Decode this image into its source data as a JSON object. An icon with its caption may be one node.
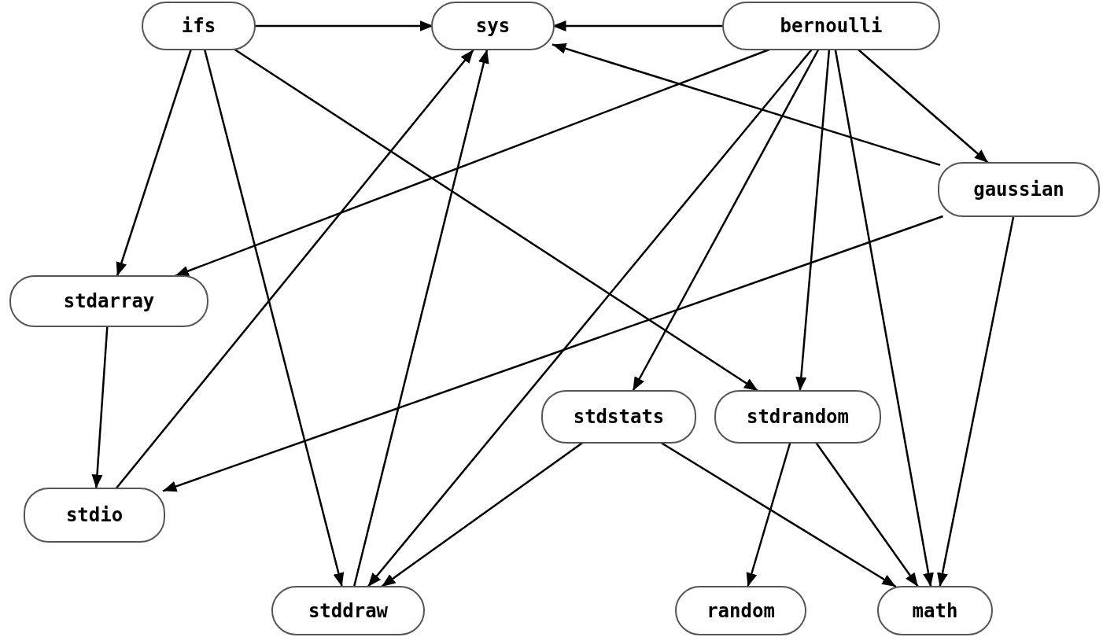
{
  "diagram": {
    "nodes": [
      {
        "text": [
          "ifs"
        ]
      },
      {
        "text": [
          "sys"
        ]
      },
      {
        "text": [
          "bernoulli"
        ]
      },
      {
        "text": [
          "gaussian"
        ]
      },
      {
        "text": [
          "stdarray"
        ]
      },
      {
        "text": [
          "stdstats"
        ]
      },
      {
        "text": [
          "stdrandom"
        ]
      },
      {
        "text": [
          "stdio"
        ]
      },
      {
        "text": [
          "stddraw"
        ]
      },
      {
        "text": [
          "random"
        ]
      },
      {
        "text": [
          "math"
        ]
      }
    ],
    "edges": [
      {
        "from": 0,
        "to": 1,
        "arrow": "to"
      },
      {
        "from": 2,
        "to": 1,
        "arrow": "to"
      },
      {
        "from": 0,
        "to": 4,
        "arrow": "to"
      },
      {
        "from": 0,
        "to": 8,
        "arrow": "to"
      },
      {
        "from": 0,
        "to": 6,
        "arrow": "to"
      },
      {
        "from": 2,
        "to": 4,
        "arrow": "to"
      },
      {
        "from": 2,
        "to": 8,
        "arrow": "to"
      },
      {
        "from": 2,
        "to": 5,
        "arrow": "to"
      },
      {
        "from": 2,
        "to": 6,
        "arrow": "to"
      },
      {
        "from": 2,
        "to": 10,
        "arrow": "to"
      },
      {
        "from": 2,
        "to": 3,
        "arrow": "to"
      },
      {
        "from": 3,
        "to": 1,
        "arrow": "to"
      },
      {
        "from": 3,
        "to": 7,
        "arrow": "to"
      },
      {
        "from": 3,
        "to": 10,
        "arrow": "to"
      },
      {
        "from": 4,
        "to": 7,
        "arrow": "to"
      },
      {
        "from": 7,
        "to": 1,
        "arrow": "to"
      },
      {
        "from": 8,
        "to": 1,
        "arrow": "to"
      },
      {
        "from": 5,
        "to": 8,
        "arrow": "to"
      },
      {
        "from": 5,
        "to": 10,
        "arrow": "to"
      },
      {
        "from": 6,
        "to": 9,
        "arrow": "to"
      },
      {
        "from": 6,
        "to": 10,
        "arrow": "to"
      }
    ]
  }
}
